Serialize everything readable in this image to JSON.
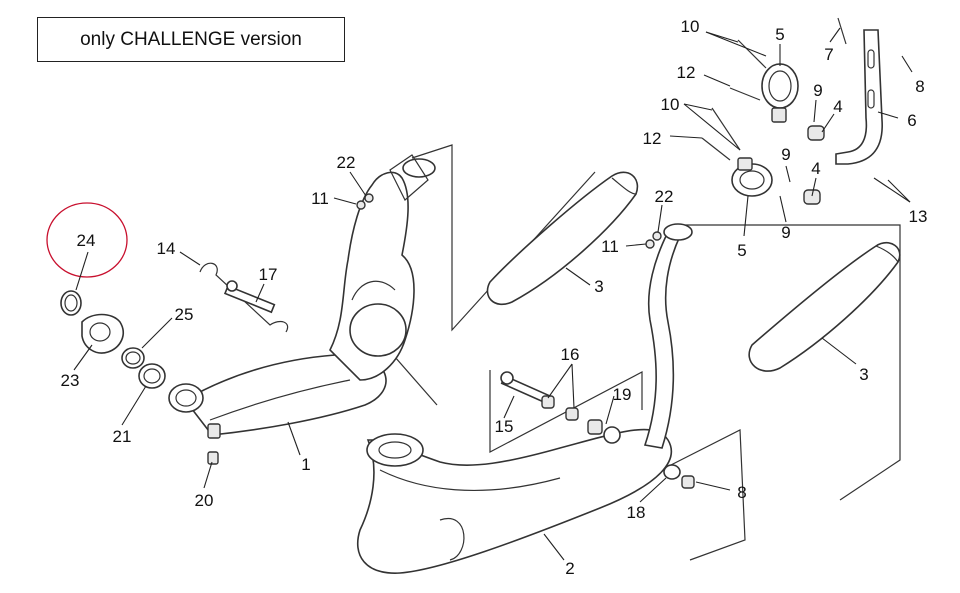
{
  "note": {
    "text": "only CHALLENGE version"
  },
  "highlight": {
    "color": "#c8102e"
  },
  "callouts": [
    {
      "id": "c-24",
      "text": "24"
    },
    {
      "id": "c-23",
      "text": "23"
    },
    {
      "id": "c-25",
      "text": "25"
    },
    {
      "id": "c-21",
      "text": "21"
    },
    {
      "id": "c-20",
      "text": "20"
    },
    {
      "id": "c-14",
      "text": "14"
    },
    {
      "id": "c-17",
      "text": "17"
    },
    {
      "id": "c-1",
      "text": "1"
    },
    {
      "id": "c-22a",
      "text": "22"
    },
    {
      "id": "c-11a",
      "text": "11"
    },
    {
      "id": "c-3a",
      "text": "3"
    },
    {
      "id": "c-22b",
      "text": "22"
    },
    {
      "id": "c-11b",
      "text": "11"
    },
    {
      "id": "c-16",
      "text": "16"
    },
    {
      "id": "c-15",
      "text": "15"
    },
    {
      "id": "c-19",
      "text": "19"
    },
    {
      "id": "c-2",
      "text": "2"
    },
    {
      "id": "c-18",
      "text": "18"
    },
    {
      "id": "c-8b",
      "text": "8"
    },
    {
      "id": "c-3b",
      "text": "3"
    },
    {
      "id": "c-10a",
      "text": "10"
    },
    {
      "id": "c-5a",
      "text": "5"
    },
    {
      "id": "c-7",
      "text": "7"
    },
    {
      "id": "c-8a",
      "text": "8"
    },
    {
      "id": "c-12a",
      "text": "12"
    },
    {
      "id": "c-9a",
      "text": "9"
    },
    {
      "id": "c-4a",
      "text": "4"
    },
    {
      "id": "c-6",
      "text": "6"
    },
    {
      "id": "c-10b",
      "text": "10"
    },
    {
      "id": "c-12b",
      "text": "12"
    },
    {
      "id": "c-9b",
      "text": "9"
    },
    {
      "id": "c-4b",
      "text": "4"
    },
    {
      "id": "c-13",
      "text": "13"
    },
    {
      "id": "c-5b",
      "text": "5"
    },
    {
      "id": "c-9c",
      "text": "9"
    }
  ]
}
